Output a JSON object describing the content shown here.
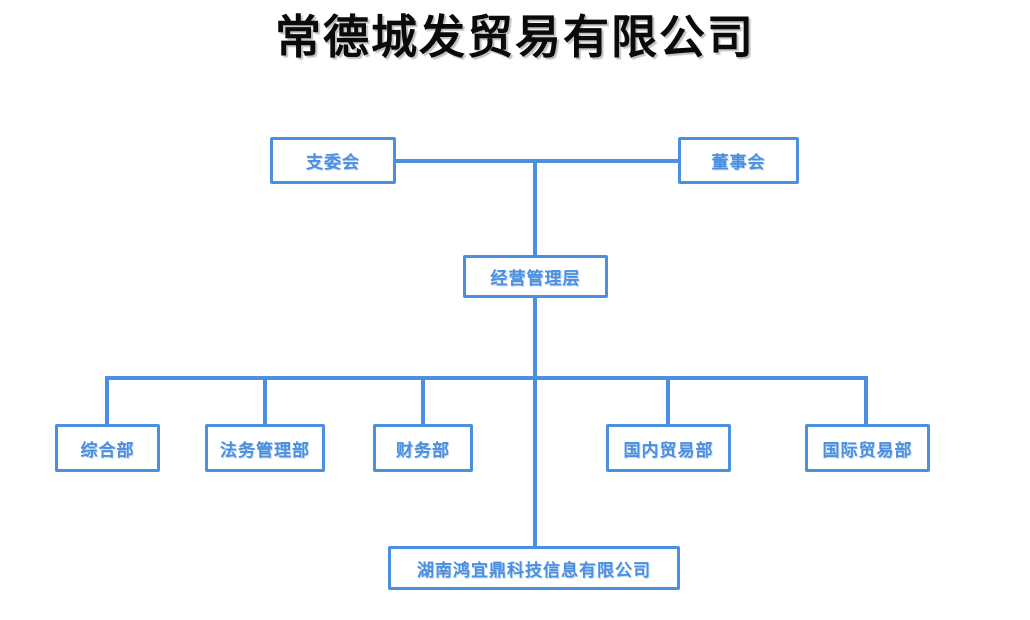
{
  "chart": {
    "title": "常德城发贸易有限公司",
    "type": "org-chart",
    "accent_color": "#4a8fe0",
    "text_color": "#4a8fe0",
    "title_color": "#0a0a0a",
    "background": "#ffffff",
    "nodes": {
      "party_committee": "支委会",
      "board_of_directors": "董事会",
      "management": "经营管理层",
      "general_affairs": "综合部",
      "legal_affairs": "法务管理部",
      "finance": "财务部",
      "domestic_trade": "国内贸易部",
      "international_trade": "国际贸易部",
      "subsidiary": "湖南鸿宜鼎科技信息有限公司"
    },
    "levels": [
      {
        "level": 1,
        "items": [
          "支委会",
          "董事会"
        ]
      },
      {
        "level": 2,
        "items": [
          "经营管理层"
        ]
      },
      {
        "level": 3,
        "items": [
          "综合部",
          "法务管理部",
          "财务部",
          "国内贸易部",
          "国际贸易部"
        ]
      },
      {
        "level": 4,
        "items": [
          "湖南鸿宜鼎科技信息有限公司"
        ]
      }
    ],
    "edges": [
      {
        "from": "支委会",
        "to": "董事会"
      },
      {
        "from": "董事会",
        "to": "经营管理层"
      },
      {
        "from": "经营管理层",
        "to": "综合部"
      },
      {
        "from": "经营管理层",
        "to": "法务管理部"
      },
      {
        "from": "经营管理层",
        "to": "财务部"
      },
      {
        "from": "经营管理层",
        "to": "国内贸易部"
      },
      {
        "from": "经营管理层",
        "to": "国际贸易部"
      },
      {
        "from": "经营管理层",
        "to": "湖南鸿宜鼎科技信息有限公司"
      }
    ]
  }
}
